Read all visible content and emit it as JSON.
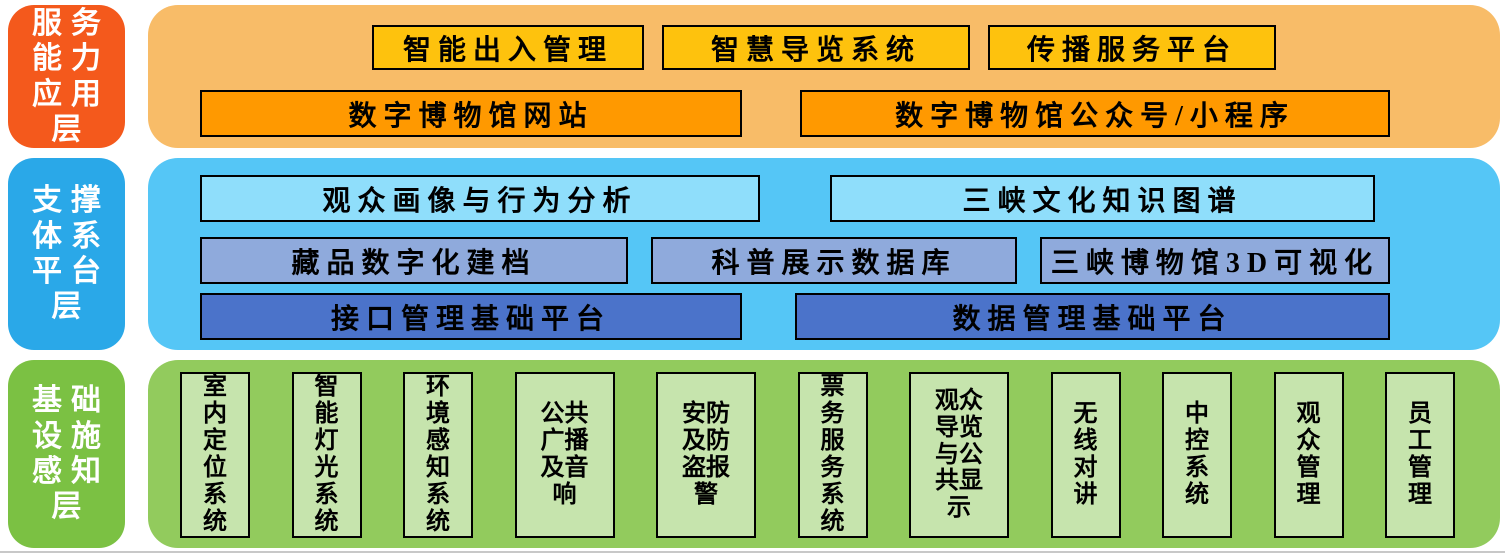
{
  "colors": {
    "layer1_label_bg": "#F4591C",
    "layer1_container_bg": "#F8BC68",
    "yellow_box_bg": "#FEC20D",
    "orange_box_bg": "#FF9900",
    "layer2_label_bg": "#2AA8E8",
    "layer2_container_bg": "#55C6F6",
    "light_blue_box_bg": "#8FDEFB",
    "mid_blue_box_bg": "#8FAADC",
    "dark_blue_box_bg": "#4B73CA",
    "layer3_label_bg": "#7BC143",
    "layer3_container_bg": "#92CB5D",
    "green_box_bg": "#C6E4AD",
    "box_border": "#000000",
    "label_text": "#FFFFFF",
    "box_text": "#000000"
  },
  "layer1": {
    "label": "服务\n能力\n应用\n层",
    "row1": [
      "智能出入管理",
      "智慧导览系统",
      "传播服务平台"
    ],
    "row2": [
      "数字博物馆网站",
      "数字博物馆公众号/小程序"
    ]
  },
  "layer2": {
    "label": "支撑\n体系\n平台\n层",
    "row1": [
      "观众画像与行为分析",
      "三峡文化知识图谱"
    ],
    "row2": [
      "藏品数字化建档",
      "科普展示数据库",
      "三峡博物馆3D可视化"
    ],
    "row3": [
      "接口管理基础平台",
      "数据管理基础平台"
    ]
  },
  "layer3": {
    "label": "基础\n设施\n感知\n层",
    "items": [
      "室内定位系统",
      "智能灯光系统",
      "环境感知系统",
      "公共广播及音响",
      "安防及防盗报警",
      "票务服务系统",
      "观众导览与公共显示",
      "无线对讲",
      "中控系统",
      "观众管理",
      "员工管理"
    ]
  }
}
